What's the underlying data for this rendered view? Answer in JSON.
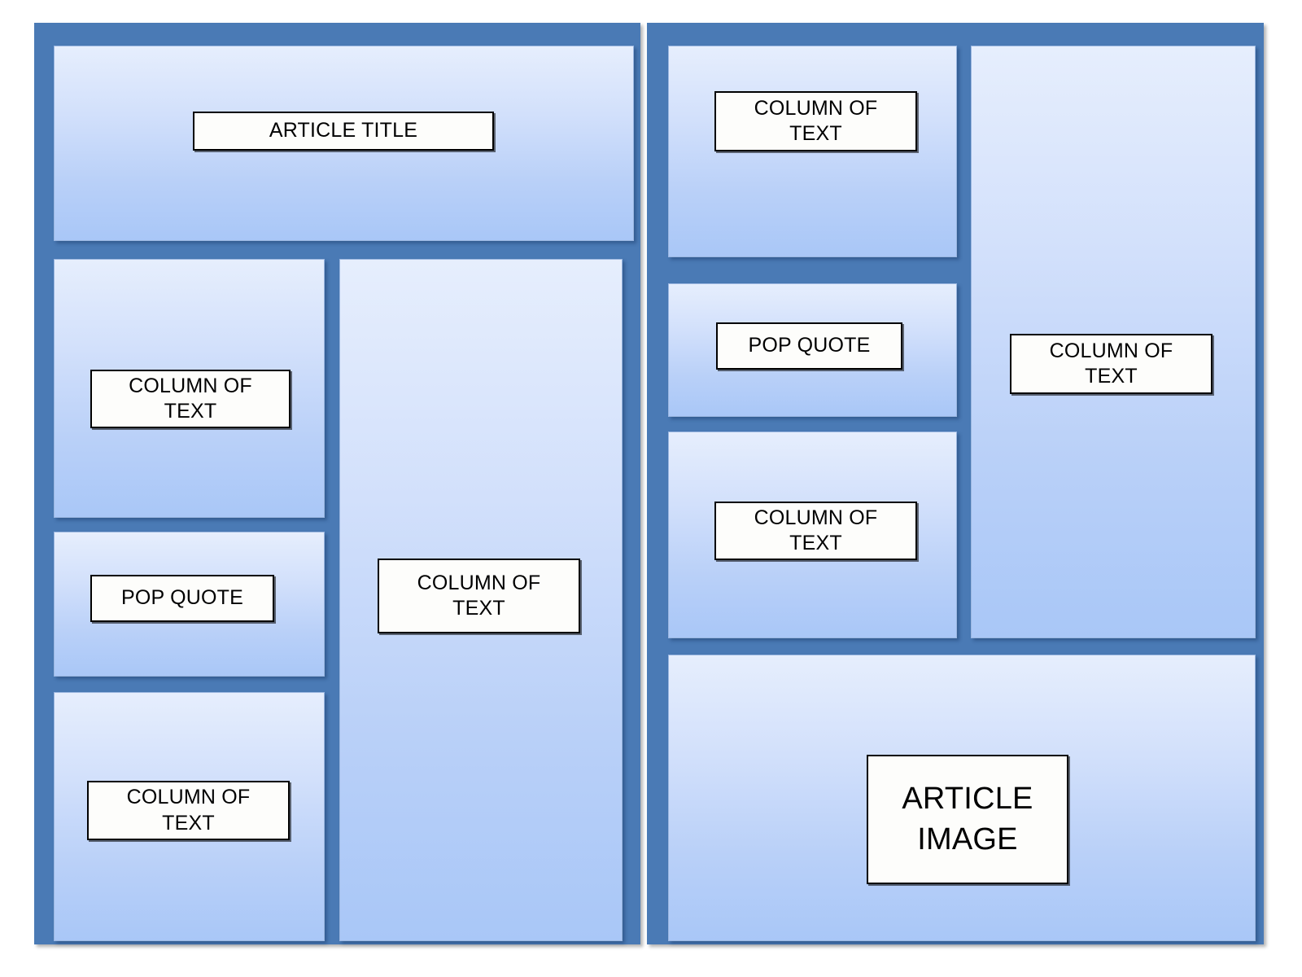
{
  "layout": {
    "title": "Newspaper Article Layout Wireframe",
    "accent_color": "#4a7ab5",
    "panel_gradient_top": "#e6eefd",
    "panel_gradient_bottom": "#a9c7f7",
    "label_border_color": "#000000",
    "label_fill_color": "#fdfdfb"
  },
  "left_page": {
    "title_panel": {
      "label": "ARTICLE TITLE"
    },
    "column_one": {
      "label": "COLUMN OF\nTEXT"
    },
    "pop_quote": {
      "label": "POP QUOTE"
    },
    "column_two": {
      "label": "COLUMN OF\nTEXT"
    },
    "center_column": {
      "label": "COLUMN OF\nTEXT"
    }
  },
  "right_page": {
    "column_one": {
      "label": "COLUMN OF\nTEXT"
    },
    "pop_quote": {
      "label": "POP QUOTE"
    },
    "column_two": {
      "label": "COLUMN OF\nTEXT"
    },
    "tall_column": {
      "label": "COLUMN OF\nTEXT"
    },
    "article_image": {
      "label": "ARTICLE\nIMAGE"
    }
  }
}
